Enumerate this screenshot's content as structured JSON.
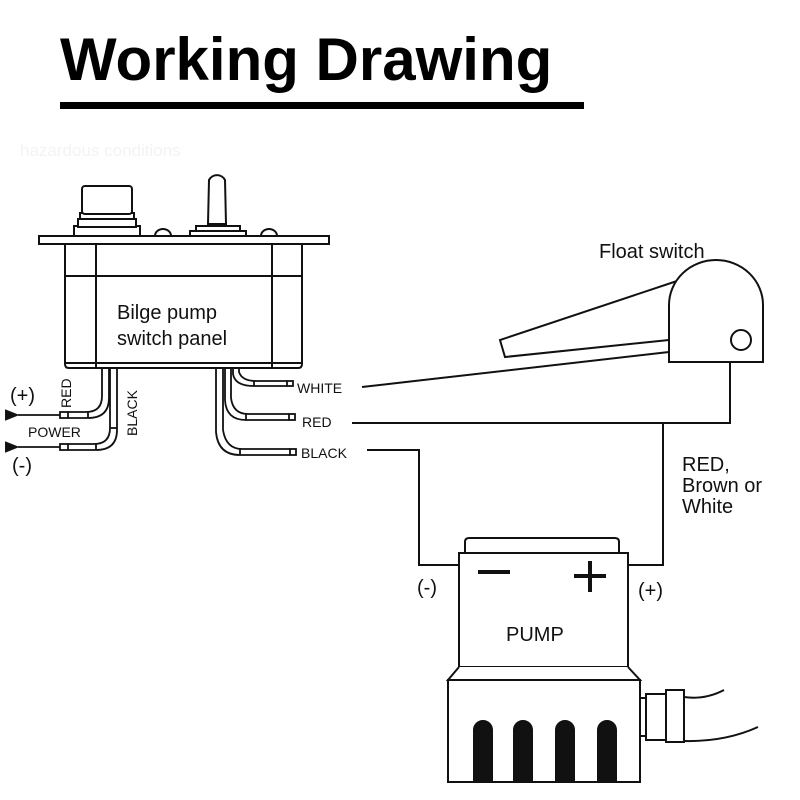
{
  "title": "Working Drawing",
  "ghost_text": "hazardous conditions",
  "switch_panel": {
    "label_line1": "Bilge pump",
    "label_line2": "switch panel",
    "components": [
      "push-button",
      "toggle-switch"
    ]
  },
  "power": {
    "positive": "(+)",
    "negative": "(-)",
    "label": "POWER",
    "red_wire": "RED",
    "black_wire": "BLACK"
  },
  "panel_wires": [
    {
      "label": "WHITE",
      "to": "Float switch"
    },
    {
      "label": "RED",
      "to": "Float switch / Pump (+)"
    },
    {
      "label": "BLACK",
      "to": "Pump (-)"
    }
  ],
  "float_switch": {
    "label": "Float switch"
  },
  "pump_wire_note": {
    "line1": "RED,",
    "line2": "Brown or",
    "line3": "White"
  },
  "pump": {
    "label": "PUMP",
    "minus_symbol": "−",
    "plus_symbol": "+",
    "terminal_negative": "(-)",
    "terminal_positive": "(+)"
  }
}
